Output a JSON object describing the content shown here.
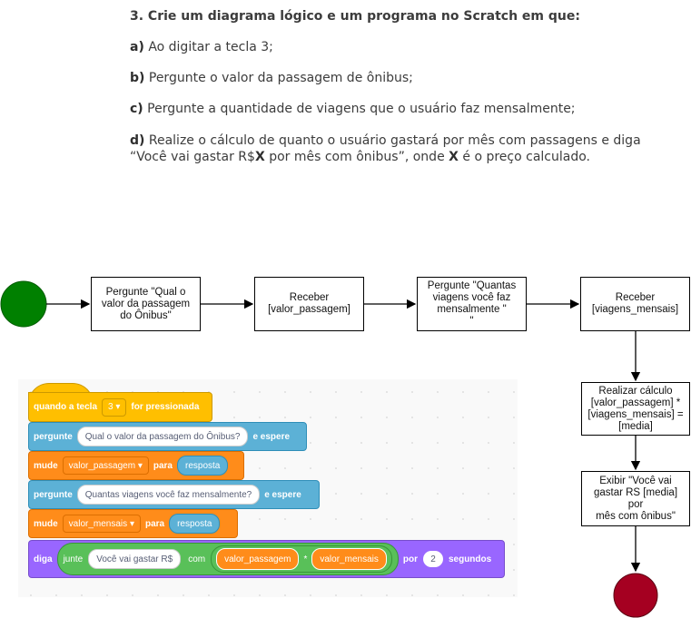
{
  "question": {
    "title": "3. Crie um diagrama lógico e um programa no Scratch em que:",
    "items": [
      {
        "letter": "a)",
        "text": "Ao digitar a tecla 3;"
      },
      {
        "letter": "b)",
        "text": "Pergunte o valor da passagem de ônibus;"
      },
      {
        "letter": "c)",
        "text": "Pergunte a quantidade de viagens que o usuário faz mensalmente;"
      },
      {
        "letter": "d)",
        "text_line1": "Realize o cálculo de quanto o usuário gastará por mês com passagens e diga",
        "text_line2_a": "“Você vai gastar R$",
        "text_line2_x": "X",
        "text_line2_b": " por mês com ônibus”, onde ",
        "text_line2_x2": "X",
        "text_line2_c": " é o preço calculado."
      }
    ]
  },
  "flowchart": {
    "start_color": "#008000",
    "end_color": "#a50021",
    "nodes": [
      {
        "id": "pergunte-valor",
        "text": "Pergunte \"Qual o\nvalor da passagem\ndo Ônibus\""
      },
      {
        "id": "receber-valor",
        "text": "Receber\n[valor_passagem]"
      },
      {
        "id": "pergunte-viagens",
        "text": "Pergunte \"Quantas\nviagens você faz\nmensalmente \"\n\""
      },
      {
        "id": "receber-viagens",
        "text": "Receber\n[viagens_mensais]"
      },
      {
        "id": "calculo",
        "text": "Realizar cálculo\n[valor_passagem] *\n[viagens_mensais] =\n[media]"
      },
      {
        "id": "exibir",
        "text": "Exibir \"Você vai\ngastar RS [media] por\nmês com ônibus\""
      }
    ]
  },
  "scratch": {
    "b1": {
      "pre": "quando a tecla",
      "key": "3",
      "post": "for pressionada"
    },
    "b2": {
      "pre": "pergunte",
      "text": "Qual o valor da passagem do Ônibus?",
      "post": "e espere"
    },
    "b3": {
      "pre": "mude",
      "var": "valor_passagem",
      "mid": "para",
      "val": "resposta"
    },
    "b4": {
      "pre": "pergunte",
      "text": "Quantas viagens você faz mensalmente?",
      "post": "e espere"
    },
    "b5": {
      "pre": "mude",
      "var": "valor_mensais",
      "mid": "para",
      "val": "resposta"
    },
    "b6": {
      "pre": "diga",
      "join": "junte",
      "text": "Você vai gastar R$",
      "com": "com",
      "v1": "valor_passagem",
      "op": "*",
      "v2": "valor_mensais",
      "por": "por",
      "secs": "2",
      "post": "segundos"
    }
  }
}
